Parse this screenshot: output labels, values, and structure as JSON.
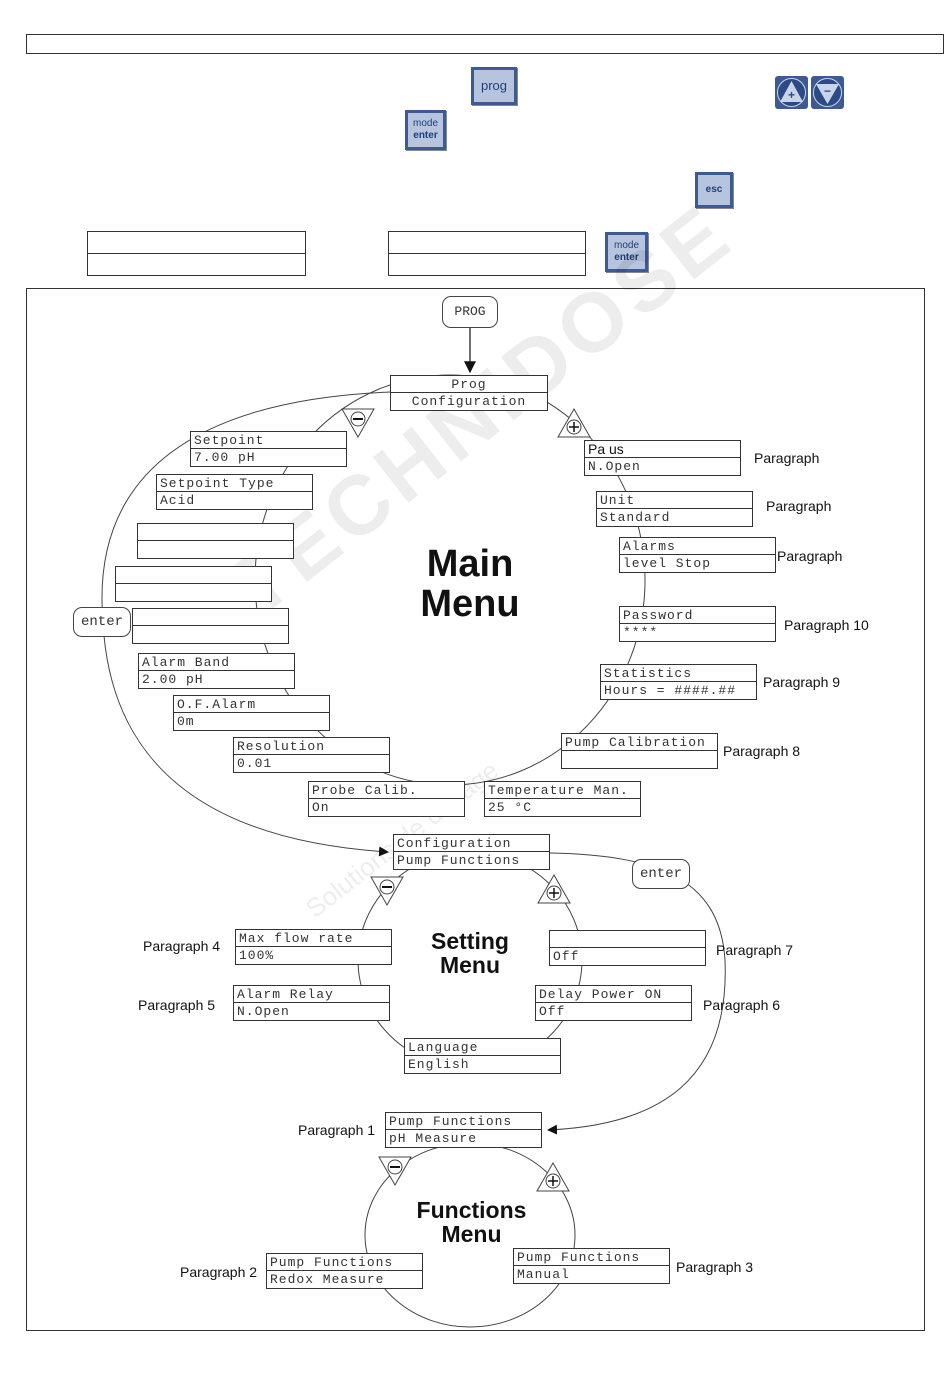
{
  "header": {
    "keys": {
      "prog": "prog",
      "mode": "mode",
      "enter": "enter",
      "esc": "esc",
      "up_icon": "plus-triangle-up-icon",
      "down_icon": "minus-triangle-down-icon"
    }
  },
  "diagram": {
    "prog_box": "PROG",
    "enter_left": "enter",
    "enter_right": "enter",
    "main_menu_title": "Main\nMenu",
    "setting_menu_title": "Setting\nMenu",
    "functions_menu_title": "Functions\nMenu",
    "prog_config": {
      "l1": "Prog",
      "l2": "Configuration"
    },
    "main_items": {
      "setpoint": {
        "l1": "Setpoint",
        "l2": " 7.00 pH"
      },
      "setpoint_type": {
        "l1": "Setpoint Type",
        "l2": "Acid"
      },
      "blank1": {
        "l1": "",
        "l2": ""
      },
      "blank2": {
        "l1": "",
        "l2": ""
      },
      "blank3": {
        "l1": "",
        "l2": ""
      },
      "alarm_band": {
        "l1": "Alarm Band",
        "l2": "2.00 pH"
      },
      "of_alarm": {
        "l1": "O.F.Alarm",
        "l2": " 0m"
      },
      "resolution": {
        "l1": "Resolution",
        "l2": "0.01"
      },
      "probe_calib": {
        "l1": "Probe Calib.",
        "l2": "On"
      },
      "temperature": {
        "l1": "Temperature Man.",
        "l2": "25 °C"
      },
      "pump_calibration": {
        "l1": "Pump Calibration",
        "l2": ""
      },
      "statistics": {
        "l1": "Statistics",
        "l2": "Hours = ####.##"
      },
      "password": {
        "l1": "Password",
        "l2": "****"
      },
      "alarms": {
        "l1": "Alarms",
        "l2": "level      Stop"
      },
      "unit": {
        "l1": "Unit",
        "l2": "Standard"
      },
      "pause": {
        "l1": "Pa us",
        "l2": "N.Open"
      }
    },
    "main_paragraphs": {
      "pause": "Paragraph",
      "unit": "Paragraph",
      "alarms": "Paragraph",
      "password": "Paragraph 10",
      "statistics": "Paragraph  9",
      "pump_calibration": "Paragraph  8"
    },
    "setting_items": {
      "config_pump": {
        "l1": "Configuration",
        "l2": "Pump Functions"
      },
      "max_flow": {
        "l1": "Max flow rate",
        "l2": "100%"
      },
      "alarm_relay": {
        "l1": "Alarm Relay",
        "l2": "N.Open"
      },
      "language": {
        "l1": "Language",
        "l2": "English"
      },
      "delay_power": {
        "l1": "Delay Power ON",
        "l2": "Off"
      },
      "off_box": {
        "l1": "",
        "l2": "Off"
      }
    },
    "setting_paragraphs": {
      "max_flow": "Paragraph 4",
      "alarm_relay": "Paragraph 5",
      "delay_power": "Paragraph 6",
      "off_box": "Paragraph  7"
    },
    "functions_items": {
      "ph_measure": {
        "l1": "Pump Functions",
        "l2": "pH Measure"
      },
      "redox": {
        "l1": "Pump Functions",
        "l2": "Redox Measure"
      },
      "manual": {
        "l1": "Pump Functions",
        "l2": "Manual"
      }
    },
    "functions_paragraphs": {
      "ph_measure": "Paragraph 1",
      "redox": "Paragraph 2",
      "manual": "Paragraph 3"
    },
    "watermark": "TECHNIDOSE",
    "watermark_sub": "Solutions de dosage"
  }
}
